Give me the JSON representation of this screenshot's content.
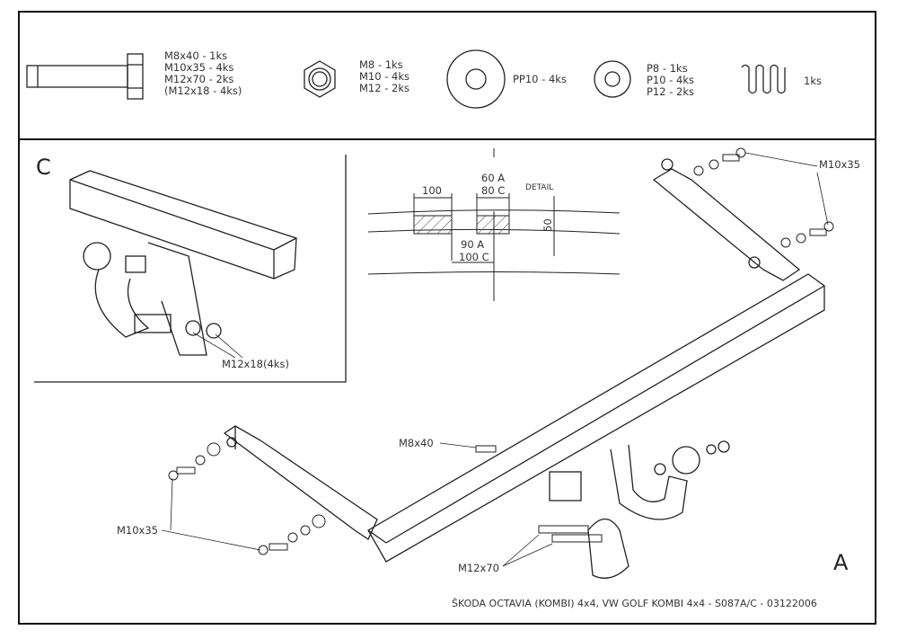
{
  "parts": {
    "bolts": [
      "M8x40 - 1ks",
      "M10x35 - 4ks",
      "M12x70 - 2ks",
      "(M12x18 - 4ks)"
    ],
    "nuts": [
      "M8 - 1ks",
      "M10 - 4ks",
      "M12 - 2ks"
    ],
    "large_washer": "PP10 - 4ks",
    "washers": [
      "P8 - 1ks",
      "P10 - 4ks",
      "P12 - 2ks"
    ],
    "spring": "1ks"
  },
  "detail": {
    "title": "DETAIL",
    "dim_100": "100",
    "dim_60a": "60 A",
    "dim_80c": "80 C",
    "dim_50": "50",
    "dim_90a": "90 A",
    "dim_100c": "100 C"
  },
  "views": {
    "inset": "C",
    "main": "A"
  },
  "callouts": {
    "m10x35_top": "M10x35",
    "m12x18": "M12x18(4ks)",
    "m8x40": "M8x40",
    "m10x35_left": "M10x35",
    "m12x70": "M12x70"
  },
  "footer": "ŠKODA OCTAVIA (KOMBI) 4x4, VW GOLF KOMBI 4x4 - S087A/C - 03122006"
}
